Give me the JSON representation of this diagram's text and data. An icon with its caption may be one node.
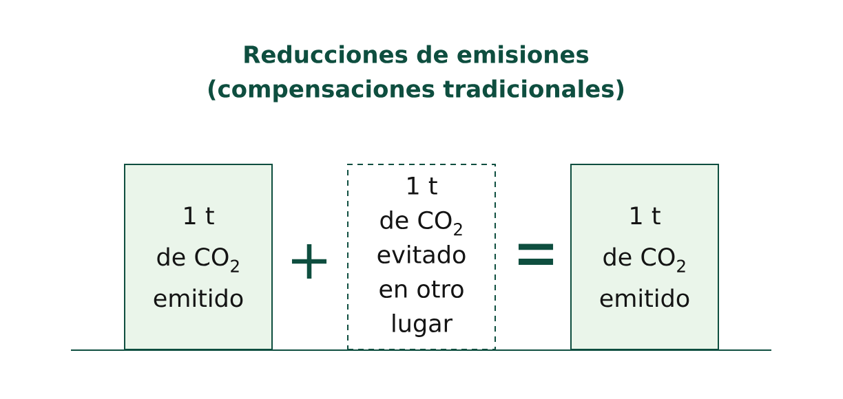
{
  "diagram": {
    "title": "Reducciones de emisiones (compensaciones tradicionales)",
    "nodes": [
      {
        "text": [
          "1 t de CO$_{2}$ emitido"
        ]
      },
      {
        "text": [
          "1 t de CO$_{2}$ evitado en otro lugar"
        ]
      },
      {
        "text": [
          "1 t de CO$_{2}$ emitido"
        ]
      }
    ],
    "labels": [
      "+",
      "="
    ]
  }
}
